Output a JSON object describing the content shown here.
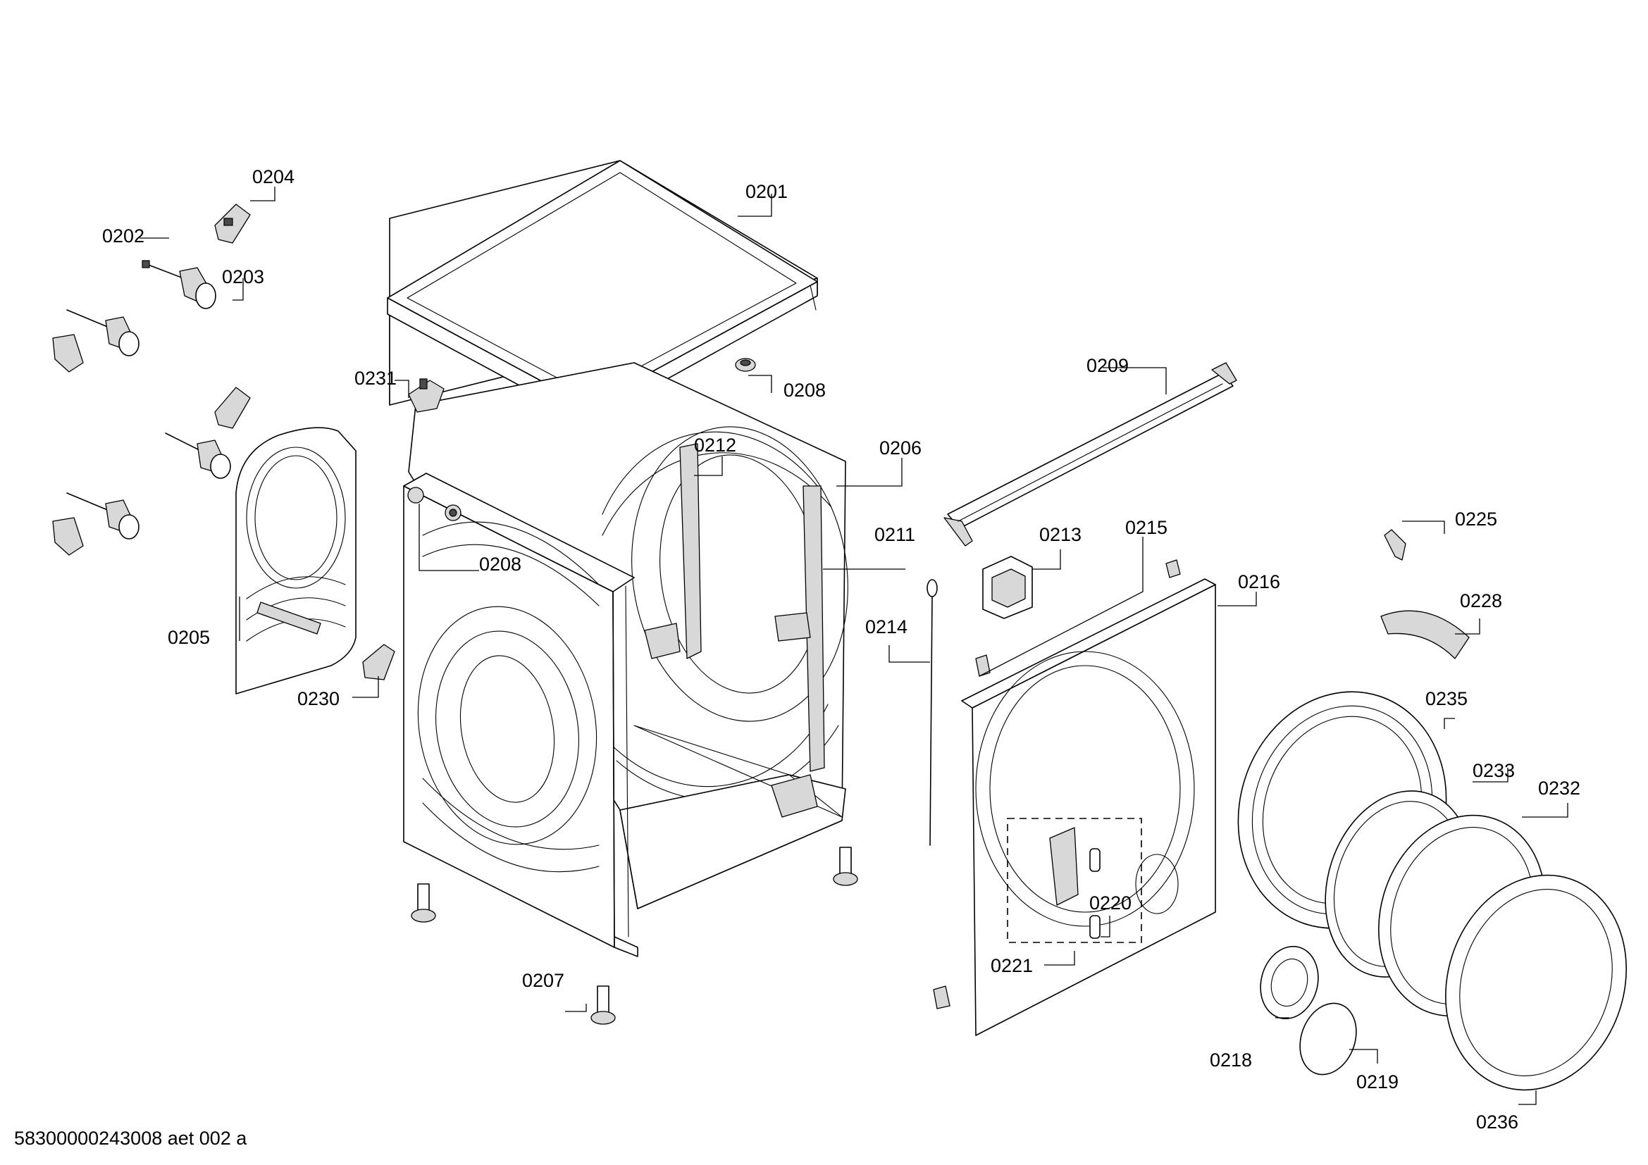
{
  "footer": {
    "document_code": "58300000243008 aet 002 a"
  },
  "callouts": [
    {
      "id": "c0201",
      "text": "0201"
    },
    {
      "id": "c0202",
      "text": "0202"
    },
    {
      "id": "c0203",
      "text": "0203"
    },
    {
      "id": "c0204",
      "text": "0204"
    },
    {
      "id": "c0205",
      "text": "0205"
    },
    {
      "id": "c0206",
      "text": "0206"
    },
    {
      "id": "c0207",
      "text": "0207"
    },
    {
      "id": "c0208a",
      "text": "0208"
    },
    {
      "id": "c0208b",
      "text": "0208"
    },
    {
      "id": "c0209",
      "text": "0209"
    },
    {
      "id": "c0211",
      "text": "0211"
    },
    {
      "id": "c0212",
      "text": "0212"
    },
    {
      "id": "c0213",
      "text": "0213"
    },
    {
      "id": "c0214",
      "text": "0214"
    },
    {
      "id": "c0215",
      "text": "0215"
    },
    {
      "id": "c0216",
      "text": "0216"
    },
    {
      "id": "c0218",
      "text": "0218"
    },
    {
      "id": "c0219",
      "text": "0219"
    },
    {
      "id": "c0220",
      "text": "0220"
    },
    {
      "id": "c0221",
      "text": "0221"
    },
    {
      "id": "c0225",
      "text": "0225"
    },
    {
      "id": "c0228",
      "text": "0228"
    },
    {
      "id": "c0230",
      "text": "0230"
    },
    {
      "id": "c0231",
      "text": "0231"
    },
    {
      "id": "c0232",
      "text": "0232"
    },
    {
      "id": "c0233",
      "text": "0233"
    },
    {
      "id": "c0235",
      "text": "0235"
    },
    {
      "id": "c0236",
      "text": "0236"
    }
  ]
}
